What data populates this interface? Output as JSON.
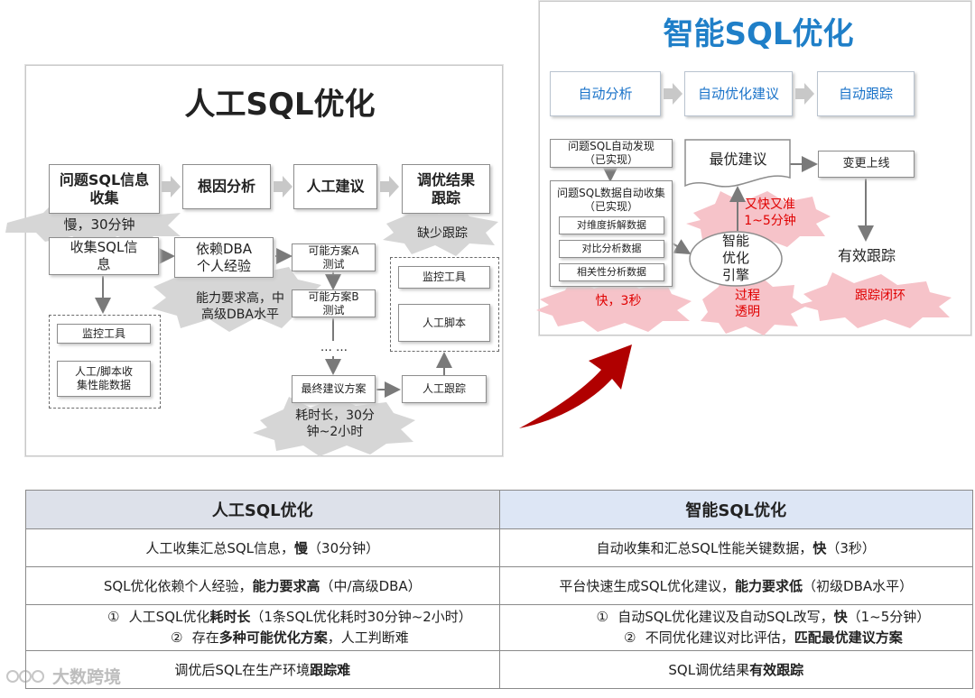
{
  "manual": {
    "title": "人工SQL优化",
    "steps": [
      {
        "label": "问题SQL信息\n收集"
      },
      {
        "label": "根因分析"
      },
      {
        "label": "人工建议"
      },
      {
        "label": "调优结果\n跟踪"
      }
    ],
    "burst_slow": "慢，30分钟",
    "burst_notrack": "缺少跟踪",
    "collect": "收集SQL信\n息",
    "rely": "依赖DBA\n个人经验",
    "burst_ability": "能力要求高，中\n高级DBA水平",
    "planA": "可能方案A\n测试",
    "planB": "可能方案B\n测试",
    "ellipsis": "… …",
    "final_plan": "最终建议方案",
    "manual_track": "人工跟踪",
    "burst_time": "耗时长，30分\n钟~2小时",
    "left_tools": [
      "监控工具",
      "人工/脚本收\n集性能数据"
    ],
    "right_tools": [
      "监控工具",
      "人工脚本"
    ]
  },
  "smart": {
    "title": "智能SQL优化",
    "flow": [
      "自动分析",
      "自动优化建议",
      "自动跟踪"
    ],
    "discover": "问题SQL自动发现\n（已实现）",
    "auto_collect": "问题SQL数据自动收集\n（已实现）",
    "sub_items": [
      "对维度拆解数据",
      "对比分析数据",
      "相关性分析数据"
    ],
    "best": "最优建议",
    "change": "变更上线",
    "engine": "智能\n优化\n引擎",
    "effective": "有效跟踪",
    "fast_burst": "快，3秒",
    "fast_accurate": "又快又准\n1~5分钟",
    "transparent": "过程\n透明",
    "closed_loop": "跟踪闭环"
  },
  "table": {
    "headers": [
      "人工SQL优化",
      "智能SQL优化"
    ],
    "r1": {
      "left": {
        "pre": "人工收集汇总SQL信息，",
        "bold": "慢",
        "post": "（30分钟）"
      },
      "right": {
        "pre": "自动收集和汇总SQL性能关键数据，",
        "bold": "快",
        "post": "（3秒）"
      }
    },
    "r2": {
      "left": {
        "pre": "SQL优化依赖个人经验，",
        "bold": "能力要求高",
        "post": "（中/高级DBA）"
      },
      "right": {
        "pre": "平台快速生成SQL优化建议，",
        "bold": "能力要求低",
        "post": "（初级DBA水平）"
      }
    },
    "r3": {
      "left": [
        {
          "num": "①",
          "pre": "人工SQL优化",
          "bold": "耗时长",
          "post": "（1条SQL优化耗时30分钟~2小时）"
        },
        {
          "num": "②",
          "pre": "存在",
          "bold": "多种可能优化方案",
          "post": "，人工判断难"
        }
      ],
      "right": [
        {
          "num": "①",
          "pre": "自动SQL优化建议及自动SQL改写，",
          "bold": "快",
          "post": "（1~5分钟）"
        },
        {
          "num": "②",
          "pre": "不同优化建议对比评估，",
          "bold": "匹配最优建议方案",
          "post": ""
        }
      ]
    },
    "r4": {
      "left": {
        "pre": "调优后SQL在生产环境",
        "bold": "跟踪难",
        "post": ""
      },
      "right": {
        "pre": "SQL调优结果",
        "bold": "有效跟踪",
        "post": ""
      }
    }
  },
  "watermark": "大数跨境",
  "colors": {
    "smart_title": "#1f7fc8",
    "flow_text": "#1a73c9",
    "alert": "#e00000",
    "header_left": "#dde1ea",
    "header_right": "#dde6f5",
    "arrow": "#b00000"
  }
}
